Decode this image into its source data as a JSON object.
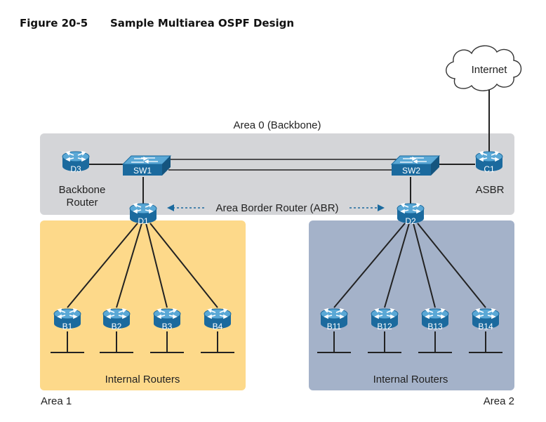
{
  "figure": {
    "number": "Figure 20-5",
    "title": "Sample Multiarea OSPF Design"
  },
  "areas": {
    "area0_label": "Area 0 (Backbone)",
    "area1_label": "Area 1",
    "area2_label": "Area 2",
    "area1_internal_label": "Internal Routers",
    "area2_internal_label": "Internal Routers"
  },
  "cloud": {
    "label": "Internet"
  },
  "devices": {
    "d3": "D3",
    "sw1": "SW1",
    "sw2": "SW2",
    "c1": "C1",
    "d1": "D1",
    "d2": "D2",
    "b1": "B1",
    "b2": "B2",
    "b3": "B3",
    "b4": "B4",
    "b11": "B11",
    "b12": "B12",
    "b13": "B13",
    "b14": "B14"
  },
  "roles": {
    "backbone_router_line1": "Backbone",
    "backbone_router_line2": "Router",
    "asbr": "ASBR",
    "abr": "Area Border Router (ABR)"
  },
  "colors": {
    "backbone_area": "#d4d5d8",
    "area1": "#fdd98a",
    "area2": "#a4b2c9",
    "device_blue": "#1f73a8",
    "device_top": "#4b9fd0"
  }
}
